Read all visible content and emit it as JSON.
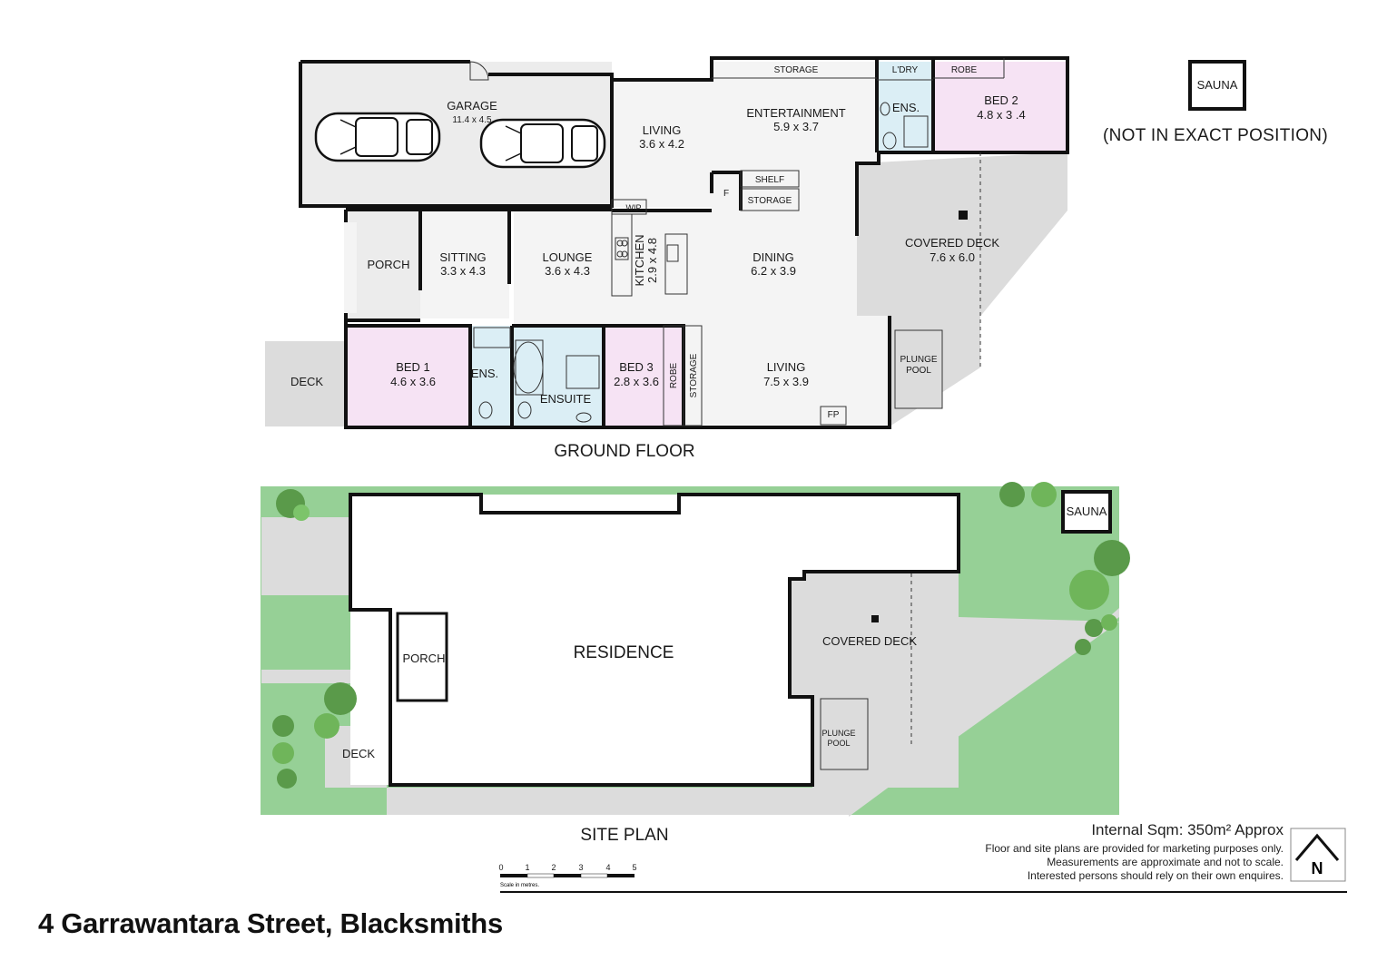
{
  "ground_floor": {
    "title": "GROUND FLOOR",
    "rooms": {
      "garage": {
        "name": "GARAGE",
        "size": "11.4 x 4.5"
      },
      "living_top": {
        "name": "LIVING",
        "size": "3.6 x 4.2"
      },
      "entertainment": {
        "name": "ENTERTAINMENT",
        "size": "5.9 x 3.7"
      },
      "storage_top": {
        "name": "STORAGE"
      },
      "ldry": {
        "name": "L'DRY"
      },
      "robe_top": {
        "name": "ROBE"
      },
      "ens_top": {
        "name": "ENS."
      },
      "bed2": {
        "name": "BED 2",
        "size": "4.8 x 3 .4"
      },
      "shelf": {
        "name": "SHELF"
      },
      "f": {
        "name": "F"
      },
      "storage_mid": {
        "name": "STORAGE"
      },
      "wip": {
        "name": "WIP"
      },
      "kitchen": {
        "name": "KITCHEN",
        "size": "2.9 x 4.8"
      },
      "porch": {
        "name": "PORCH"
      },
      "sitting": {
        "name": "SITTING",
        "size": "3.3 x 4.3"
      },
      "lounge": {
        "name": "LOUNGE",
        "size": "3.6 x 4.3"
      },
      "dining": {
        "name": "DINING",
        "size": "6.2 x 3.9"
      },
      "covered_deck": {
        "name": "COVERED DECK",
        "size": "7.6 x 6.0"
      },
      "deck": {
        "name": "DECK"
      },
      "bed1": {
        "name": "BED 1",
        "size": "4.6 x 3.6"
      },
      "ens_bottom": {
        "name": "ENS."
      },
      "ensuite": {
        "name": "ENSUITE"
      },
      "bed3": {
        "name": "BED 3",
        "size": "2.8 x 3.6"
      },
      "robe_bottom": {
        "name": "ROBE"
      },
      "storage_bottom": {
        "name": "STORAGE"
      },
      "living_bottom": {
        "name": "LIVING",
        "size": "7.5 x 3.9"
      },
      "fp": {
        "name": "FP"
      },
      "plunge_pool": {
        "name_line1": "PLUNGE",
        "name_line2": "POOL"
      }
    }
  },
  "sauna_box": {
    "name": "SAUNA",
    "note": "(NOT IN EXACT POSITION)"
  },
  "site_plan": {
    "title": "SITE PLAN",
    "residence": "RESIDENCE",
    "porch": "PORCH",
    "deck": "DECK",
    "covered_deck": "COVERED DECK",
    "plunge_line1": "PLUNGE",
    "plunge_line2": "POOL",
    "sauna": "SAUNA"
  },
  "scale_bar": {
    "ticks": [
      "0",
      "1",
      "2",
      "3",
      "4",
      "5"
    ],
    "caption": "Scale in metres."
  },
  "info": {
    "internal_sqm": "Internal Sqm: 350m² Approx",
    "disclaimer_1": "Floor and site plans are provided for marketing purposes only.",
    "disclaimer_2": "Measurements are approximate and not to scale.",
    "disclaimer_3": "Interested persons should rely on their own enquires."
  },
  "compass": {
    "label": "N"
  },
  "address": "4 Garrawantara Street, Blacksmiths",
  "colors": {
    "lawn": "#96d096",
    "bedroom": "#f6e3f4",
    "wet_area": "#dbeef5",
    "deck": "#dcdcdc",
    "room": "#ececec"
  }
}
